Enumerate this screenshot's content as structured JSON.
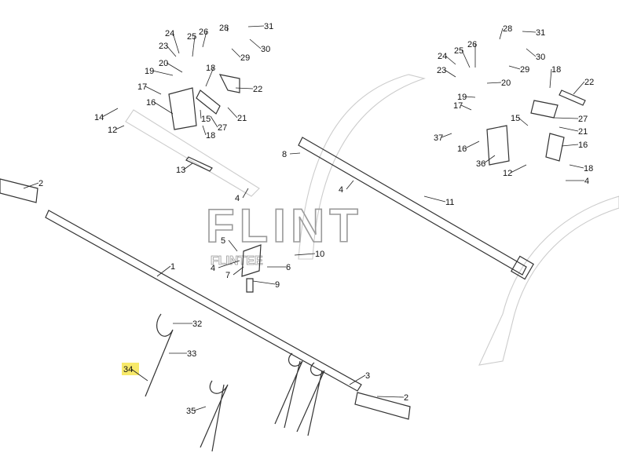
{
  "diagram": {
    "watermark": "FLINT",
    "watermark_small": "FLINTEE",
    "highlight_color": "#f7e96a",
    "highlighted_callout": "34",
    "callouts": [
      "24",
      "25",
      "26",
      "28",
      "31",
      "23",
      "30",
      "29",
      "20",
      "19",
      "18",
      "17",
      "22",
      "16",
      "14",
      "15",
      "21",
      "27",
      "12",
      "18",
      "13",
      "4",
      "28",
      "31",
      "24",
      "25",
      "26",
      "30",
      "23",
      "29",
      "18",
      "22",
      "20",
      "19",
      "17",
      "15",
      "27",
      "21",
      "37",
      "16",
      "16",
      "36",
      "12",
      "18",
      "4",
      "8",
      "4",
      "11",
      "2",
      "1",
      "5",
      "4",
      "7",
      "6",
      "10",
      "9",
      "32",
      "33",
      "34",
      "35",
      "3",
      "2"
    ]
  }
}
